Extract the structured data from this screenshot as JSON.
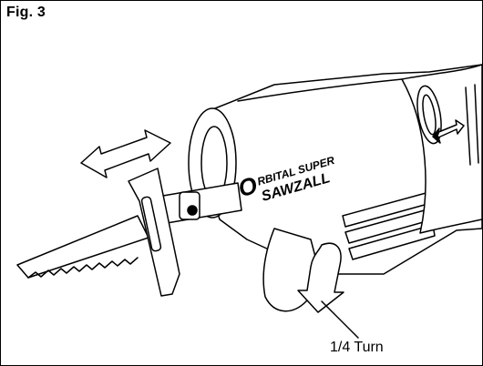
{
  "figure": {
    "label": "Fig. 3",
    "brand_line1": "RBITAL SUPER",
    "brand_initial": "O",
    "brand_line2": "SAWZALL",
    "callout": "1/4 Turn"
  },
  "icons": {
    "blade_motion": "double-arrow-icon",
    "rotation": "curved-arrow-icon",
    "switch": "double-arrow-icon"
  },
  "colors": {
    "ink": "#000000",
    "paper": "#ffffff",
    "shade": "#d9d9d9"
  }
}
